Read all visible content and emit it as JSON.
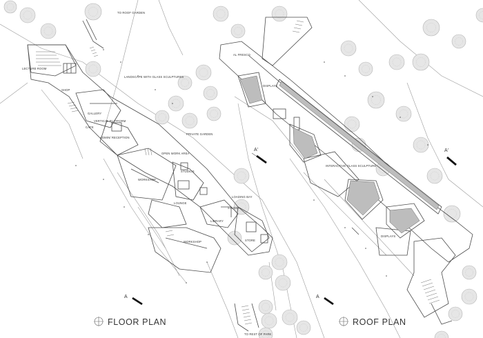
{
  "floor_plan": {
    "title": "FLOOR PLAN",
    "labels": {
      "to_roof_garden": "TO ROOF GARDEN",
      "lecture_room": "LECTURE ROOM",
      "shop": "SHOP",
      "gallery": "GALLERY",
      "vertical_platform": "VERTICAL PLATFORM",
      "cafe": "CAFE",
      "admin_reception": "ADMIN/ RECEPTION",
      "landscape": "LANDSCAPE WITH GLASS SCULPTURES",
      "private_garden": "PRIVATE GARDEN",
      "open_work_area": "OPEN WORK AREA",
      "workshop_1": "WORKSHOP",
      "studios": "STUDIOS",
      "lounge": "LOUNGE",
      "studio": "STUDIO",
      "loading_bay": "LOADING BAY",
      "library": "LIBRARY",
      "store": "STORE",
      "workshop_2": "WORKSHOP",
      "to_rest_of_park": "TO REST OF PARK"
    },
    "section_marks": {
      "a_prime": "A'",
      "a": "A"
    }
  },
  "roof_plan": {
    "title": "ROOF PLAN",
    "labels": {
      "al_fresco": "AL FRESCO",
      "displays_1": "DISPLAYS",
      "interactive_glass": "INTERACTIVE GLASS SCULPTURE",
      "displays_2": "DISPLAYS"
    },
    "section_marks": {
      "a_prime": "A'",
      "a": "A"
    }
  },
  "colors": {
    "background": "#ffffff",
    "line": "#4a4a4a",
    "tree": "#c9c9c9",
    "roof_gray": "#bdbdbd",
    "section_bar": "#111111"
  }
}
